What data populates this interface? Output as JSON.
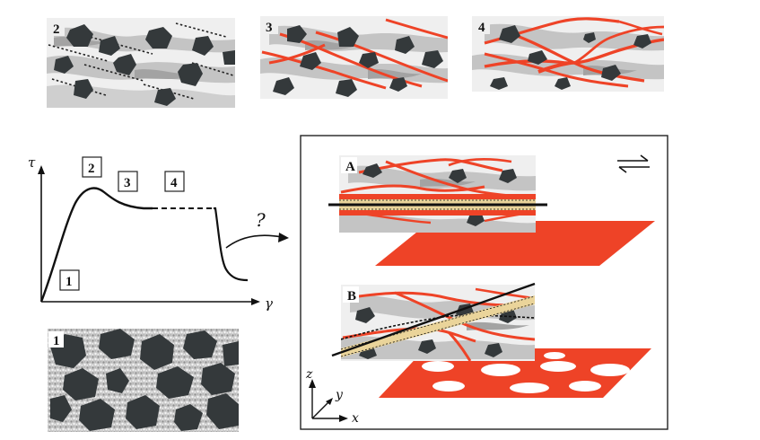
{
  "panel_labels": {
    "p1": "1",
    "p2": "2",
    "p3": "3",
    "p4": "4",
    "pA": "A",
    "pB": "B"
  },
  "graph": {
    "y_axis_symbol": "τ",
    "x_axis_symbol": "γ",
    "stage_labels": [
      "1",
      "2",
      "3",
      "4"
    ],
    "question_mark": "?"
  },
  "axes3d": {
    "z": "z",
    "y": "y",
    "x": "x"
  },
  "shear_symbol": "⇌",
  "colors": {
    "clast": "#34393b",
    "gouge": "#c4c4c4",
    "gouge_dark": "#9e9e9e",
    "matrix_bg": "#efefef",
    "shear_band": "#ee4327",
    "slip_core": "#ead49a",
    "slip_line": "#111111",
    "frame": "#222222"
  }
}
